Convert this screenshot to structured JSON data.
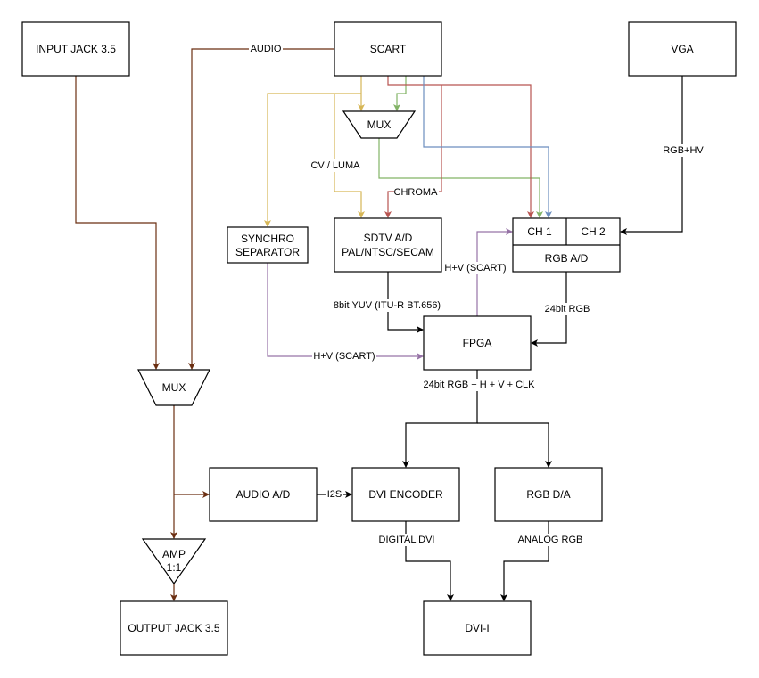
{
  "diagram": {
    "type": "block-diagram",
    "colors": {
      "audio": "#6b2f12",
      "luma": "#d6b656",
      "chroma": "#b85450",
      "green": "#82b366",
      "blue": "#6c8ebf",
      "sync": "#9673a6",
      "data": "#000000"
    },
    "nodes": {
      "input_jack": "INPUT JACK 3.5",
      "scart": "SCART",
      "vga": "VGA",
      "mux_video": "MUX",
      "synchro_line1": "SYNCHRO",
      "synchro_line2": "SEPARATOR",
      "sdtv_line1": "SDTV A/D",
      "sdtv_line2": "PAL/NTSC/SECAM",
      "ch1": "CH 1",
      "ch2": "CH 2",
      "rgb_ad": "RGB A/D",
      "fpga": "FPGA",
      "mux_audio": "MUX",
      "audio_ad": "AUDIO A/D",
      "dvi_encoder": "DVI ENCODER",
      "rgb_da": "RGB D/A",
      "amp_line1": "AMP",
      "amp_line2": "1:1",
      "output_jack": "OUTPUT JACK 3.5",
      "dvi_i": "DVI-I"
    },
    "edge_labels": {
      "audio": "AUDIO",
      "cv_luma": "CV / LUMA",
      "chroma": "CHROMA",
      "rgb_hv": "RGB+HV",
      "hv_scart_ch1": "H+V (SCART)",
      "yuv": "8bit YUV (ITU-R BT.656)",
      "rgb24": "24bit RGB",
      "hv_scart_fpga": "H+V (SCART)",
      "fpga_out": "24bit RGB + H + V + CLK",
      "i2s": "I2S",
      "digital_dvi": "DIGITAL DVI",
      "analog_rgb": "ANALOG RGB"
    },
    "edges": [
      {
        "from": "SCART",
        "to": "MUX (audio)",
        "label": "AUDIO",
        "color": "audio"
      },
      {
        "from": "INPUT JACK 3.5",
        "to": "MUX (audio)",
        "color": "audio"
      },
      {
        "from": "SCART",
        "to": "MUX (video)",
        "color": "luma"
      },
      {
        "from": "SCART",
        "to": "MUX (video)",
        "color": "green"
      },
      {
        "from": "SCART",
        "to": "SYNCHRO SEPARATOR",
        "color": "luma"
      },
      {
        "from": "SCART",
        "to": "SDTV A/D",
        "label": "CV / LUMA",
        "color": "luma"
      },
      {
        "from": "SCART",
        "to": "SDTV A/D",
        "label": "CHROMA",
        "color": "chroma"
      },
      {
        "from": "SCART",
        "to": "CH 1",
        "color": "chroma"
      },
      {
        "from": "SCART",
        "to": "CH 1",
        "color": "blue"
      },
      {
        "from": "MUX (video)",
        "to": "CH 1",
        "color": "green"
      },
      {
        "from": "VGA",
        "to": "CH 2",
        "label": "RGB+HV",
        "color": "data"
      },
      {
        "from": "FPGA",
        "to": "CH 1",
        "label": "H+V (SCART)",
        "color": "sync"
      },
      {
        "from": "SDTV A/D",
        "to": "FPGA",
        "label": "8bit YUV (ITU-R BT.656)",
        "color": "data"
      },
      {
        "from": "RGB A/D",
        "to": "FPGA",
        "label": "24bit RGB",
        "color": "data"
      },
      {
        "from": "SYNCHRO SEPARATOR",
        "to": "FPGA",
        "label": "H+V (SCART)",
        "color": "sync"
      },
      {
        "from": "FPGA",
        "to": "DVI ENCODER",
        "label": "24bit RGB + H + V + CLK",
        "color": "data"
      },
      {
        "from": "FPGA",
        "to": "RGB D/A",
        "color": "data"
      },
      {
        "from": "MUX (audio)",
        "to": "AUDIO A/D",
        "color": "audio"
      },
      {
        "from": "MUX (audio)",
        "to": "AMP 1:1",
        "color": "audio"
      },
      {
        "from": "AUDIO A/D",
        "to": "DVI ENCODER",
        "label": "I2S",
        "color": "data"
      },
      {
        "from": "AMP 1:1",
        "to": "OUTPUT JACK 3.5",
        "color": "audio"
      },
      {
        "from": "DVI ENCODER",
        "to": "DVI-I",
        "label": "DIGITAL DVI",
        "color": "data"
      },
      {
        "from": "RGB D/A",
        "to": "DVI-I",
        "label": "ANALOG RGB",
        "color": "data"
      }
    ]
  }
}
